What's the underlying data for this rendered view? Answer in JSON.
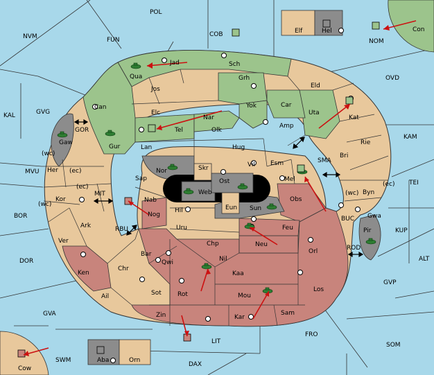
{
  "colors": {
    "sea": "#a8d8ea",
    "land": "#e8c89c",
    "green": "#9cc48c",
    "red": "#c8847c",
    "gray": "#8c8c8c",
    "black": "#000000",
    "fleet": "#2e7d32",
    "arrow": "#cc1111"
  },
  "ocean_labels": {
    "pol": "POL",
    "nvm": "NVM",
    "fun": "FUN",
    "cob": "COB",
    "nom": "NOM",
    "kal": "KAL",
    "gvg": "GVG",
    "ovd": "OVD",
    "kam": "KAM",
    "mvu": "MVU",
    "tei": "TEI",
    "bor": "BOR",
    "kup": "KUP",
    "dor": "DOR",
    "alt": "ALT",
    "gvp": "GVP",
    "gva": "GVA",
    "fro": "FRO",
    "som": "SOM",
    "lit": "LIT",
    "swm": "SWM",
    "dax": "DAX",
    "gor": "GOR",
    "mit": "MIT",
    "rbu": "RBU",
    "sma": "SMA",
    "buc": "BUC",
    "rod": "ROD",
    "con": "Con",
    "cow": "Cow"
  },
  "territory_labels": {
    "jad": "Jad",
    "sch": "Sch",
    "qua": "Qua",
    "jos": "Jos",
    "grh": "Grh",
    "eld": "Eld",
    "kat": "Kat",
    "can": "Can",
    "elc": "Elc",
    "nar": "Nar",
    "yok": "Yok",
    "car": "Car",
    "uta": "Uta",
    "tel": "Tel",
    "olk": "Olk",
    "amp": "Amp",
    "gur": "Gur",
    "gaw": "Gaw",
    "lan": "Lan",
    "hug": "Hug",
    "rie": "Rie",
    "bri": "Bri",
    "nor": "Nor",
    "vil": "Vil",
    "esm": "Esm",
    "her": "Her",
    "sap": "Sap",
    "skr": "Skr",
    "ost": "Ost",
    "mel": "Mel",
    "web": "Web",
    "byn": "Byn",
    "kor": "Kor",
    "nab": "Nab",
    "eun": "Eun",
    "sun": "Sun",
    "obs": "Obs",
    "gwa": "Gwa",
    "nog": "Nog",
    "hil": "Hil",
    "ark": "Ark",
    "uru": "Uru",
    "feu": "Feu",
    "pir": "Pir",
    "ver": "Ver",
    "neu": "Neu",
    "chp": "Chp",
    "orl": "Orl",
    "bar": "Bar",
    "qwi": "Qwi",
    "nil": "Nil",
    "ken": "Ken",
    "chr": "Chr",
    "kaa": "Kaa",
    "los": "Los",
    "sot": "Sot",
    "rot": "Rot",
    "ail": "Ail",
    "mou": "Mou",
    "sam": "Sam",
    "zin": "Zin",
    "kar": "Kar",
    "elf": "Elf",
    "hel": "Hel",
    "aba": "Aba",
    "orn": "Orn"
  },
  "coast_marks": {
    "wc1": "(wc)",
    "ec1": "(ec)",
    "ec2": "(ec)",
    "wc2": "(wc)",
    "wc3": "(wc)",
    "ec3": "(ec)"
  }
}
